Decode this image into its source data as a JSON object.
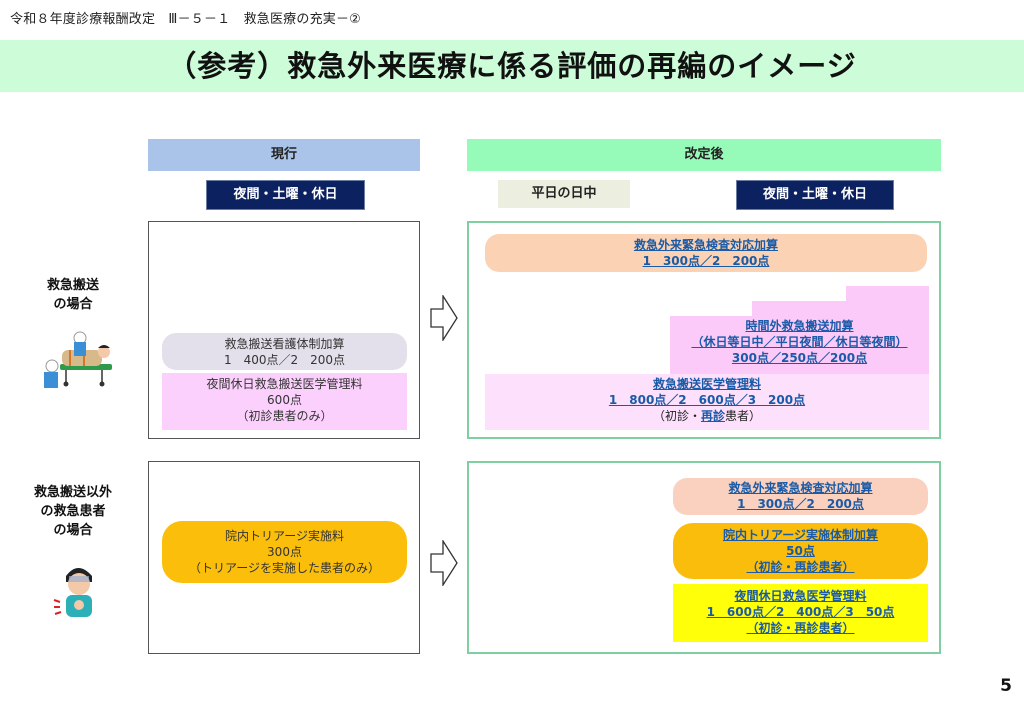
{
  "header": {
    "breadcrumb": "令和８年度診療報酬改定　Ⅲ－５－１　救急医療の充実－②",
    "title": "（参考）救急外来医療に係る評価の再編のイメージ"
  },
  "columns": {
    "current": {
      "label": "現行",
      "time_tag": "夜間・土曜・休日"
    },
    "after": {
      "label": "改定後",
      "weekday_tag": "平日の日中",
      "time_tag": "夜間・土曜・休日"
    }
  },
  "cases": {
    "ambulance": {
      "label_lines": [
        "救急搬送",
        "の場合"
      ],
      "icon": "ambulance-stretcher-illustration"
    },
    "non_ambulance": {
      "label_lines": [
        "救急搬送以外",
        "の救急患者",
        "の場合"
      ],
      "icon": "sick-patient-illustration"
    }
  },
  "current_ambulance": {
    "nursing_addition": {
      "lines": [
        "救急搬送看護体制加算",
        "1　400点／2　200点"
      ]
    },
    "night_holiday_mgmt": {
      "lines": [
        "夜間休日救急搬送医学管理料",
        "600点",
        "（初診患者のみ）"
      ]
    }
  },
  "after_ambulance": {
    "emergency_test_addition": {
      "lines": [
        "救急外来緊急検査対応加算",
        "1　300点／2　200点"
      ]
    },
    "off_hours_transport_addition": {
      "lines": [
        "時間外救急搬送加算",
        "（休日等日中／平日夜間／休日等夜間）",
        "300点／250点／200点"
      ]
    },
    "transport_mgmt": {
      "lines": [
        "救急搬送医学管理料",
        "1　800点／2　600点／3　200点"
      ],
      "note_prefix": "（初診・",
      "note_link": "再診",
      "note_suffix": "患者）"
    }
  },
  "current_non_ambulance": {
    "triage_fee": {
      "lines": [
        "院内トリアージ実施料",
        "300点",
        "（トリアージを実施した患者のみ）"
      ]
    }
  },
  "after_non_ambulance": {
    "emergency_test_addition": {
      "lines": [
        "救急外来緊急検査対応加算",
        "1　300点／2　200点"
      ]
    },
    "triage_system_addition": {
      "lines": [
        "院内トリアージ実施体制加算",
        "50点",
        "（初診・再診患者）"
      ]
    },
    "night_holiday_mgmt": {
      "lines": [
        "夜間休日救急医学管理料",
        "1　600点／2　400点／3　50点",
        "（初診・再診患者）"
      ]
    }
  },
  "colors": {
    "title_band": "#ccfcd8",
    "current_header": "#a9c4e8",
    "after_header": "#96fbb8",
    "navy_tag": "#0c2160",
    "link_text": "#1a5aa6",
    "orange_box": "#fbd3b4",
    "pink_box": "#fbcaf8",
    "amber_box": "#fbbd0b",
    "yellow_box": "#ffff0a"
  },
  "page_number": "5"
}
